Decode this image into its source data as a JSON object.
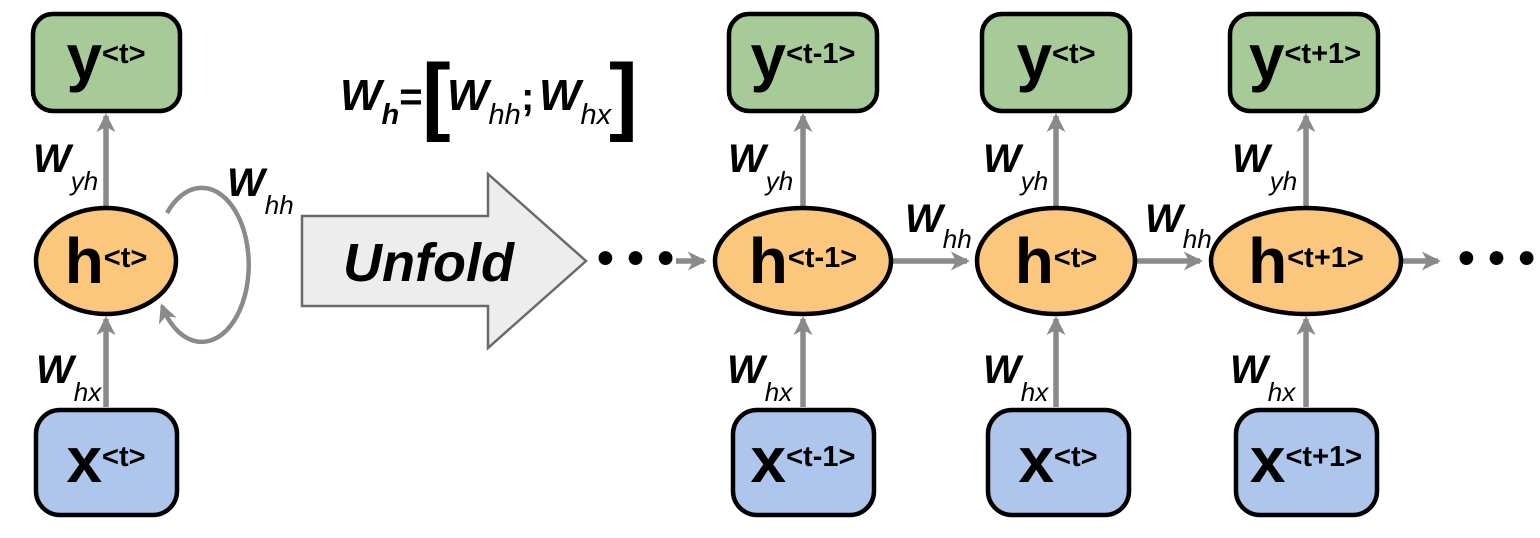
{
  "colors": {
    "output_green": "#A6CB98",
    "hidden_orange": "#FAC77D",
    "input_blue": "#AEC6EC",
    "arrow_gray": "#8A8A8A",
    "node_stroke": "#000000",
    "unfold_fill": "#EDEDED",
    "unfold_stroke": "#6A6A6A"
  },
  "folded": {
    "y": {
      "base": "y",
      "sup": "<t>"
    },
    "h": {
      "base": "h",
      "sup": "<t>"
    },
    "x": {
      "base": "x",
      "sup": "<t>"
    },
    "w_yh": {
      "base": "W",
      "sub": "yh"
    },
    "w_hh": {
      "base": "W",
      "sub": "hh"
    },
    "w_hx": {
      "base": "W",
      "sub": "hx"
    }
  },
  "formula": {
    "lhs_base": "W",
    "lhs_sub": "h",
    "equals": "=",
    "open_bracket": "[",
    "term1_base": "W",
    "term1_sub": "hh",
    "separator": ";",
    "term2_base": "W",
    "term2_sub": "hx",
    "close_bracket": "]"
  },
  "unfold": {
    "label": "Unfold"
  },
  "ellipsis": {
    "left": "• • •",
    "right": "• • •"
  },
  "unfolded": {
    "columns": [
      {
        "y": {
          "base": "y",
          "sup": "<t-1>"
        },
        "h": {
          "base": "h",
          "sup": "<t-1>"
        },
        "x": {
          "base": "x",
          "sup": "<t-1>"
        },
        "w_yh": {
          "base": "W",
          "sub": "yh"
        },
        "w_hx": {
          "base": "W",
          "sub": "hx"
        }
      },
      {
        "y": {
          "base": "y",
          "sup": "<t>"
        },
        "h": {
          "base": "h",
          "sup": "<t>"
        },
        "x": {
          "base": "x",
          "sup": "<t>"
        },
        "w_yh": {
          "base": "W",
          "sub": "yh"
        },
        "w_hx": {
          "base": "W",
          "sub": "hx"
        }
      },
      {
        "y": {
          "base": "y",
          "sup": "<t+1>"
        },
        "h": {
          "base": "h",
          "sup": "<t+1>"
        },
        "x": {
          "base": "x",
          "sup": "<t+1>"
        },
        "w_yh": {
          "base": "W",
          "sub": "yh"
        },
        "w_hx": {
          "base": "W",
          "sub": "hx"
        }
      }
    ],
    "w_hh_labels": [
      {
        "base": "W",
        "sub": "hh"
      },
      {
        "base": "W",
        "sub": "hh"
      }
    ]
  }
}
